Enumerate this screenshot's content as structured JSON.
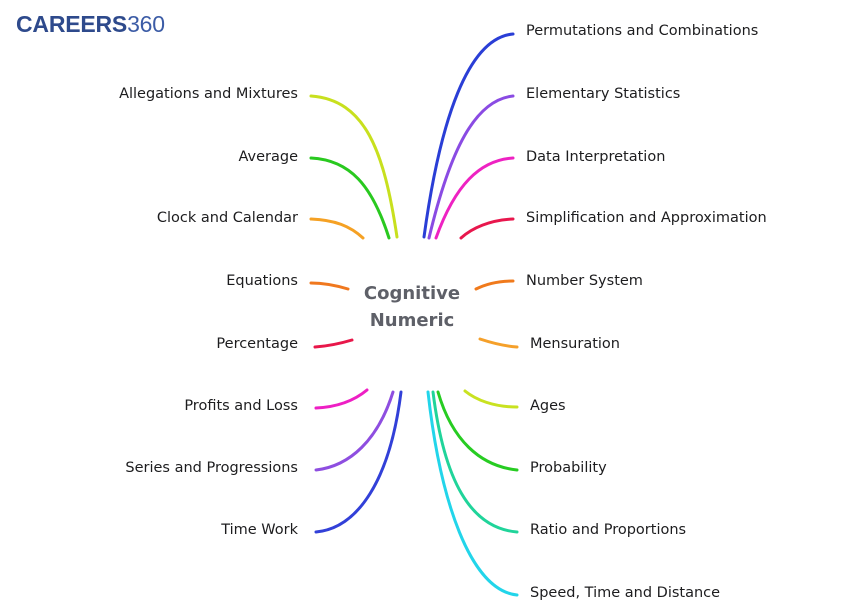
{
  "logo": {
    "bold": "CAREERS",
    "light": "360"
  },
  "center": {
    "line1": "Cognitive",
    "line2": "Numeric"
  },
  "branches_left": [
    {
      "label": "Allegations and Mixtures",
      "color": "#c8e01e"
    },
    {
      "label": "Average",
      "color": "#29c91f"
    },
    {
      "label": "Clock and Calendar",
      "color": "#f5a124"
    },
    {
      "label": "Equations",
      "color": "#f0781e"
    },
    {
      "label": "Percentage",
      "color": "#e8174a"
    },
    {
      "label": "Profits and Loss",
      "color": "#ee1fc4"
    },
    {
      "label": "Series and Progressions",
      "color": "#8e4ee0"
    },
    {
      "label": "Time Work",
      "color": "#3240d8"
    }
  ],
  "branches_right": [
    {
      "label": "Permutations and Combinations",
      "color": "#2a3ed6"
    },
    {
      "label": "Elementary Statistics",
      "color": "#8a4be3"
    },
    {
      "label": "Data Interpretation",
      "color": "#ee22c2"
    },
    {
      "label": "Simplification and Approximation",
      "color": "#e8174d"
    },
    {
      "label": "Number System",
      "color": "#f07a1c"
    },
    {
      "label": "Mensuration",
      "color": "#f5a02a"
    },
    {
      "label": "Ages",
      "color": "#c9e221"
    },
    {
      "label": "Probability",
      "color": "#27cc22"
    },
    {
      "label": "Ratio and Proportions",
      "color": "#20d49a"
    },
    {
      "label": "Speed, Time and Distance",
      "color": "#22d5ea"
    }
  ]
}
